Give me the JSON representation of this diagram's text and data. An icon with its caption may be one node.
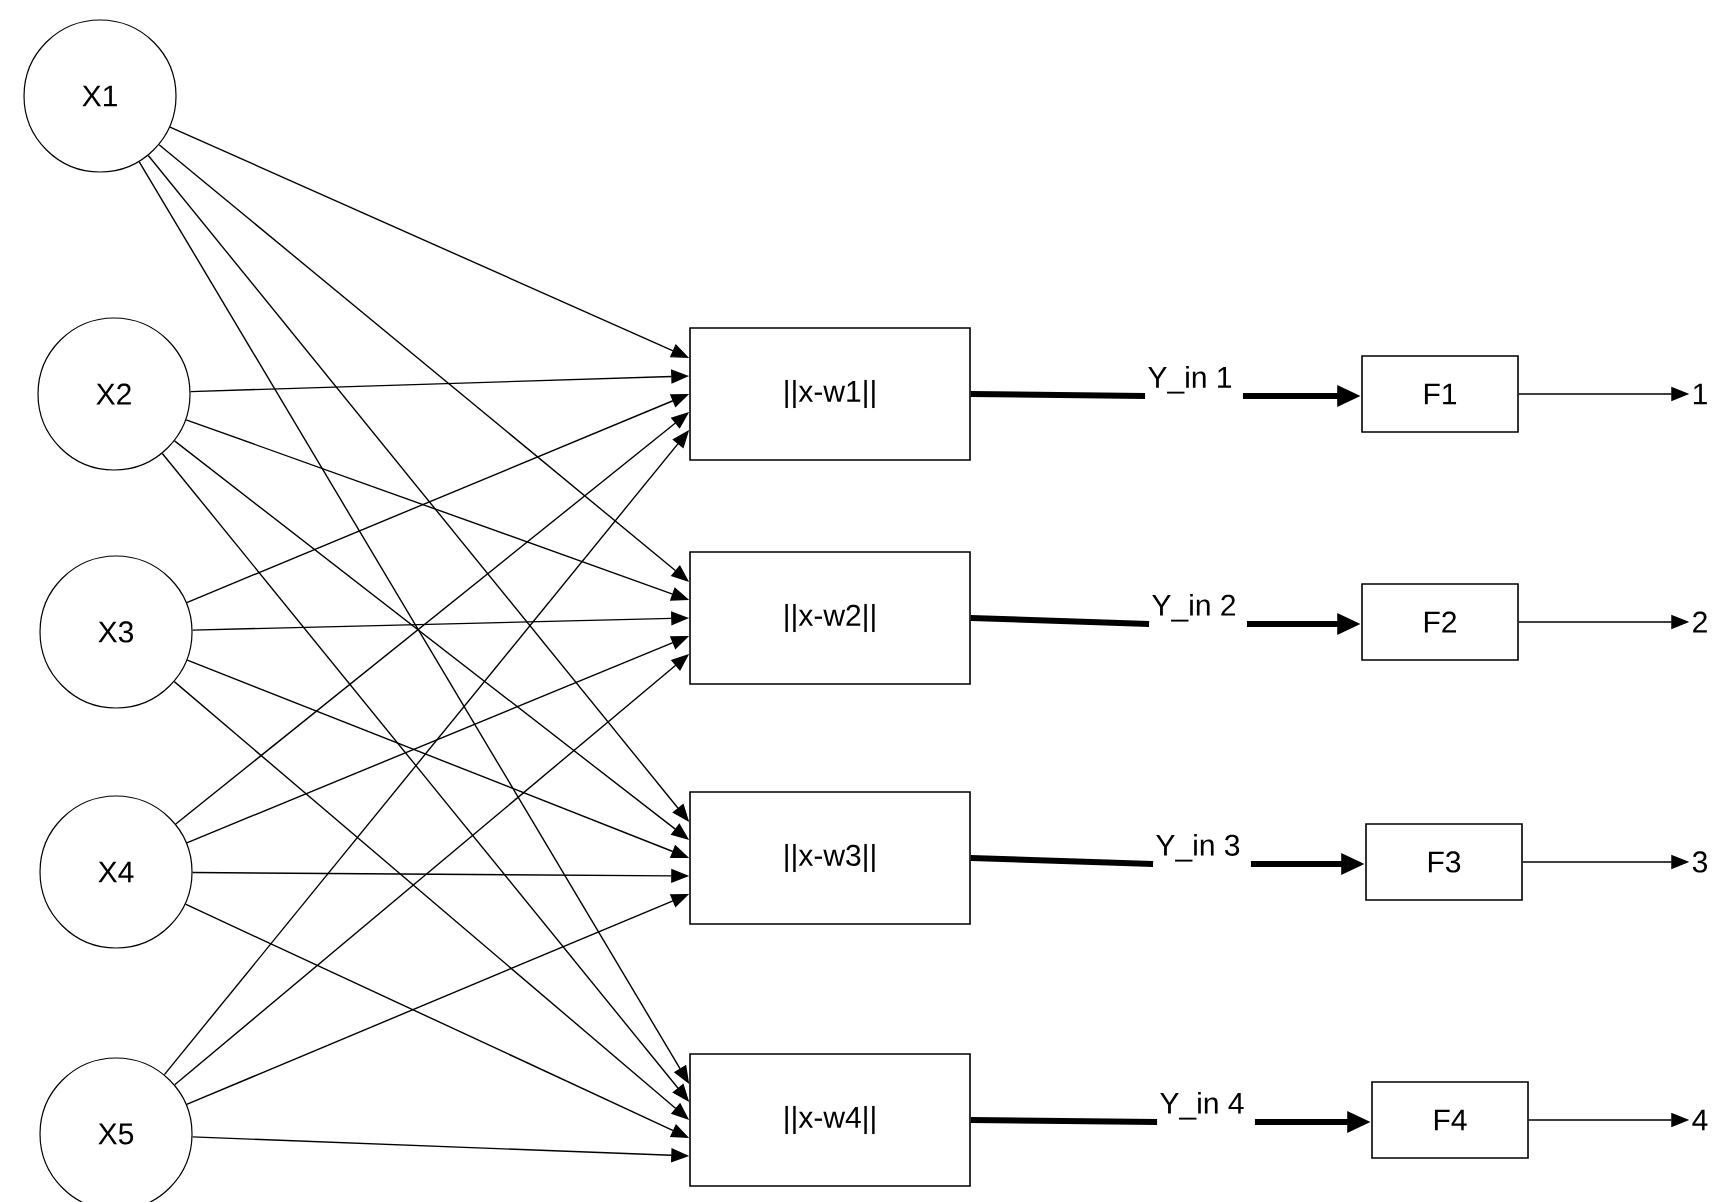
{
  "diagram": {
    "nodes": [
      {
        "text": [
          "X1"
        ]
      },
      {
        "text": [
          "X2"
        ]
      },
      {
        "text": [
          "X3"
        ]
      },
      {
        "text": [
          "X4"
        ]
      },
      {
        "text": [
          "X5"
        ]
      },
      {
        "text": [
          "||x-w1||"
        ]
      },
      {
        "text": [
          "||x-w2||"
        ]
      },
      {
        "text": [
          "||x-w3||"
        ]
      },
      {
        "text": [
          "||x-w4||"
        ]
      },
      {
        "text": [
          "Y_in 1"
        ]
      },
      {
        "text": [
          "Y_in 2"
        ]
      },
      {
        "text": [
          "Y_in 3"
        ]
      },
      {
        "text": [
          "Y_in 4"
        ]
      },
      {
        "text": [
          "F1"
        ]
      },
      {
        "text": [
          "F2"
        ]
      },
      {
        "text": [
          "F3"
        ]
      },
      {
        "text": [
          "F4"
        ]
      },
      {
        "text": [
          "1"
        ]
      },
      {
        "text": [
          "2"
        ]
      },
      {
        "text": [
          "3"
        ]
      },
      {
        "text": [
          "4"
        ]
      }
    ],
    "edges": [
      {
        "from": 0,
        "to": 5,
        "arrow": "to"
      },
      {
        "from": 0,
        "to": 6,
        "arrow": "to"
      },
      {
        "from": 0,
        "to": 7,
        "arrow": "to"
      },
      {
        "from": 0,
        "to": 8,
        "arrow": "to"
      },
      {
        "from": 1,
        "to": 5,
        "arrow": "to"
      },
      {
        "from": 1,
        "to": 6,
        "arrow": "to"
      },
      {
        "from": 1,
        "to": 7,
        "arrow": "to"
      },
      {
        "from": 1,
        "to": 8,
        "arrow": "to"
      },
      {
        "from": 2,
        "to": 5,
        "arrow": "to"
      },
      {
        "from": 2,
        "to": 6,
        "arrow": "to"
      },
      {
        "from": 2,
        "to": 7,
        "arrow": "to"
      },
      {
        "from": 2,
        "to": 8,
        "arrow": "to"
      },
      {
        "from": 3,
        "to": 5,
        "arrow": "to"
      },
      {
        "from": 3,
        "to": 6,
        "arrow": "to"
      },
      {
        "from": 3,
        "to": 7,
        "arrow": "to"
      },
      {
        "from": 3,
        "to": 8,
        "arrow": "to"
      },
      {
        "from": 4,
        "to": 5,
        "arrow": "to"
      },
      {
        "from": 4,
        "to": 6,
        "arrow": "to"
      },
      {
        "from": 4,
        "to": 7,
        "arrow": "to"
      },
      {
        "from": 4,
        "to": 8,
        "arrow": "to"
      },
      {
        "from": 5,
        "to": 9,
        "arrow": "none",
        "style": "thick"
      },
      {
        "from": 9,
        "to": 13,
        "arrow": "to",
        "style": "thick"
      },
      {
        "from": 13,
        "to": 17,
        "arrow": "to"
      },
      {
        "from": 6,
        "to": 10,
        "arrow": "none",
        "style": "thick"
      },
      {
        "from": 10,
        "to": 14,
        "arrow": "to",
        "style": "thick"
      },
      {
        "from": 14,
        "to": 18,
        "arrow": "to"
      },
      {
        "from": 7,
        "to": 11,
        "arrow": "none",
        "style": "thick"
      },
      {
        "from": 11,
        "to": 15,
        "arrow": "to",
        "style": "thick"
      },
      {
        "from": 15,
        "to": 19,
        "arrow": "to"
      },
      {
        "from": 8,
        "to": 12,
        "arrow": "none",
        "style": "thick"
      },
      {
        "from": 12,
        "to": 16,
        "arrow": "to",
        "style": "thick"
      },
      {
        "from": 16,
        "to": 20,
        "arrow": "to"
      }
    ]
  }
}
